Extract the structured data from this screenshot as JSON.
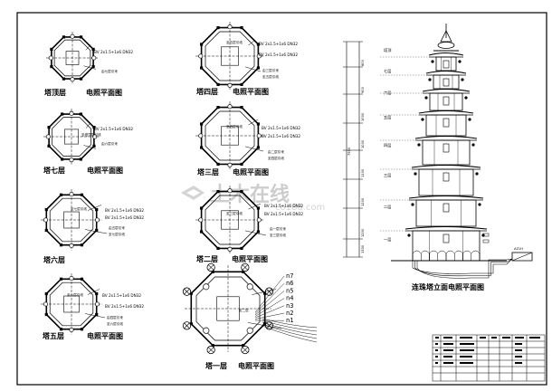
{
  "plans": [
    {
      "title": "塔顶层",
      "subtitle": "电照平面图",
      "cable": "BV 2x1.5+1x6   DN32",
      "notes": [
        "由七层引来"
      ]
    },
    {
      "title": "塔七层",
      "subtitle": "电照平面图",
      "cable": "BV 2x1.5+1x6   DN32",
      "notes": [
        "由六层引来",
        "至塔顶层引线"
      ]
    },
    {
      "title": "塔六层",
      "subtitle": "",
      "cable": "BV 2x1.5+1x6   DN32",
      "notes": [
        "由五层引来",
        "至七层引线"
      ]
    },
    {
      "title": "塔五层",
      "subtitle": "电照平面图",
      "cable": "BV 2x1.5+1x6   DN32",
      "notes": [
        "由四层引来",
        "至六层引线"
      ]
    },
    {
      "title": "塔四层",
      "subtitle": "电照平面图",
      "cable": "BV 2x1.5+1x6   DN32",
      "notes": [
        "由三层引来",
        "至五层引线"
      ]
    },
    {
      "title": "塔三层",
      "subtitle": "电照平面图",
      "cable": "BV 2x1.5+1x6   DN32",
      "notes": [
        "由二层引来",
        "至四层引线"
      ]
    },
    {
      "title": "塔二层",
      "subtitle": "电照平面图",
      "cable": "BV 2x1.5+1x6   DN32",
      "notes": [
        "由一层引来",
        "至三层引线"
      ]
    },
    {
      "title": "塔一层",
      "subtitle": "电照平面图",
      "cable": "",
      "notes": [
        "至二层"
      ]
    }
  ],
  "circuits": [
    "n7",
    "n6",
    "n5",
    "n4",
    "n3",
    "n2",
    "n1"
  ],
  "elevation": {
    "title": "连珠塔立面电照平面图",
    "floors": [
      "塔顶",
      "七层",
      "六层",
      "五层",
      "四层",
      "三层",
      "二层",
      "一层"
    ],
    "dims": [
      "800",
      "900",
      "1000",
      "1000",
      "1100",
      "1200",
      "1200",
      "1300"
    ],
    "total": "7900",
    "panel": "AZ1H"
  },
  "watermark": {
    "text": "土木在线",
    "sub": "co188.com"
  }
}
